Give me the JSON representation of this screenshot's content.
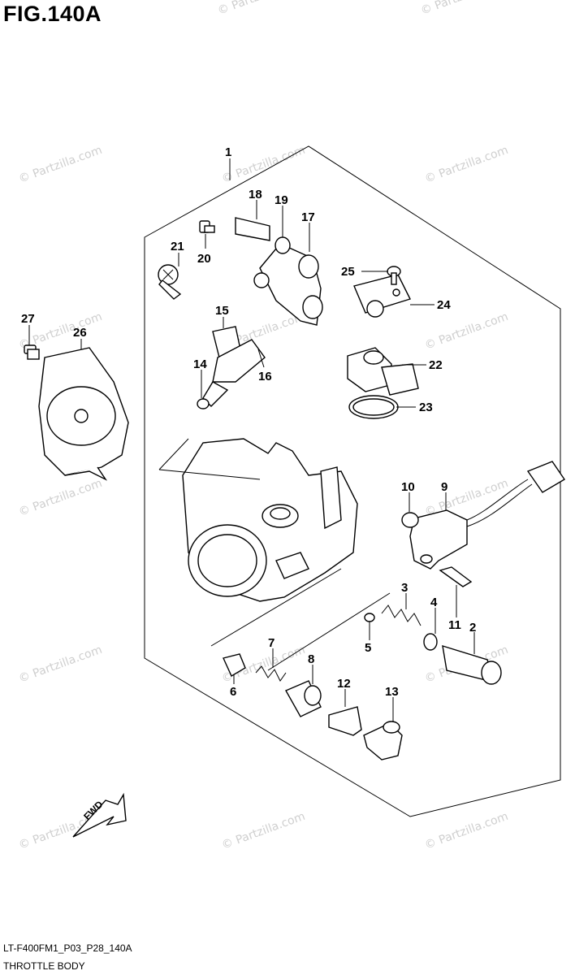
{
  "figure": {
    "title": "FIG.140A",
    "code": "LT-F400FM1_P03_P28_140A",
    "name": "THROTTLE BODY",
    "direction_label": "FWD",
    "watermark": "© Partzilla.com"
  },
  "callouts": {
    "c1": "1",
    "c2": "2",
    "c3": "3",
    "c4": "4",
    "c5": "5",
    "c6": "6",
    "c7": "7",
    "c8": "8",
    "c9": "9",
    "c10": "10",
    "c11": "11",
    "c12": "12",
    "c13": "13",
    "c14": "14",
    "c15": "15",
    "c16": "16",
    "c17": "17",
    "c18": "18",
    "c19": "19",
    "c20": "20",
    "c21": "21",
    "c22": "22",
    "c23": "23",
    "c24": "24",
    "c25": "25",
    "c26": "26",
    "c27": "27"
  }
}
